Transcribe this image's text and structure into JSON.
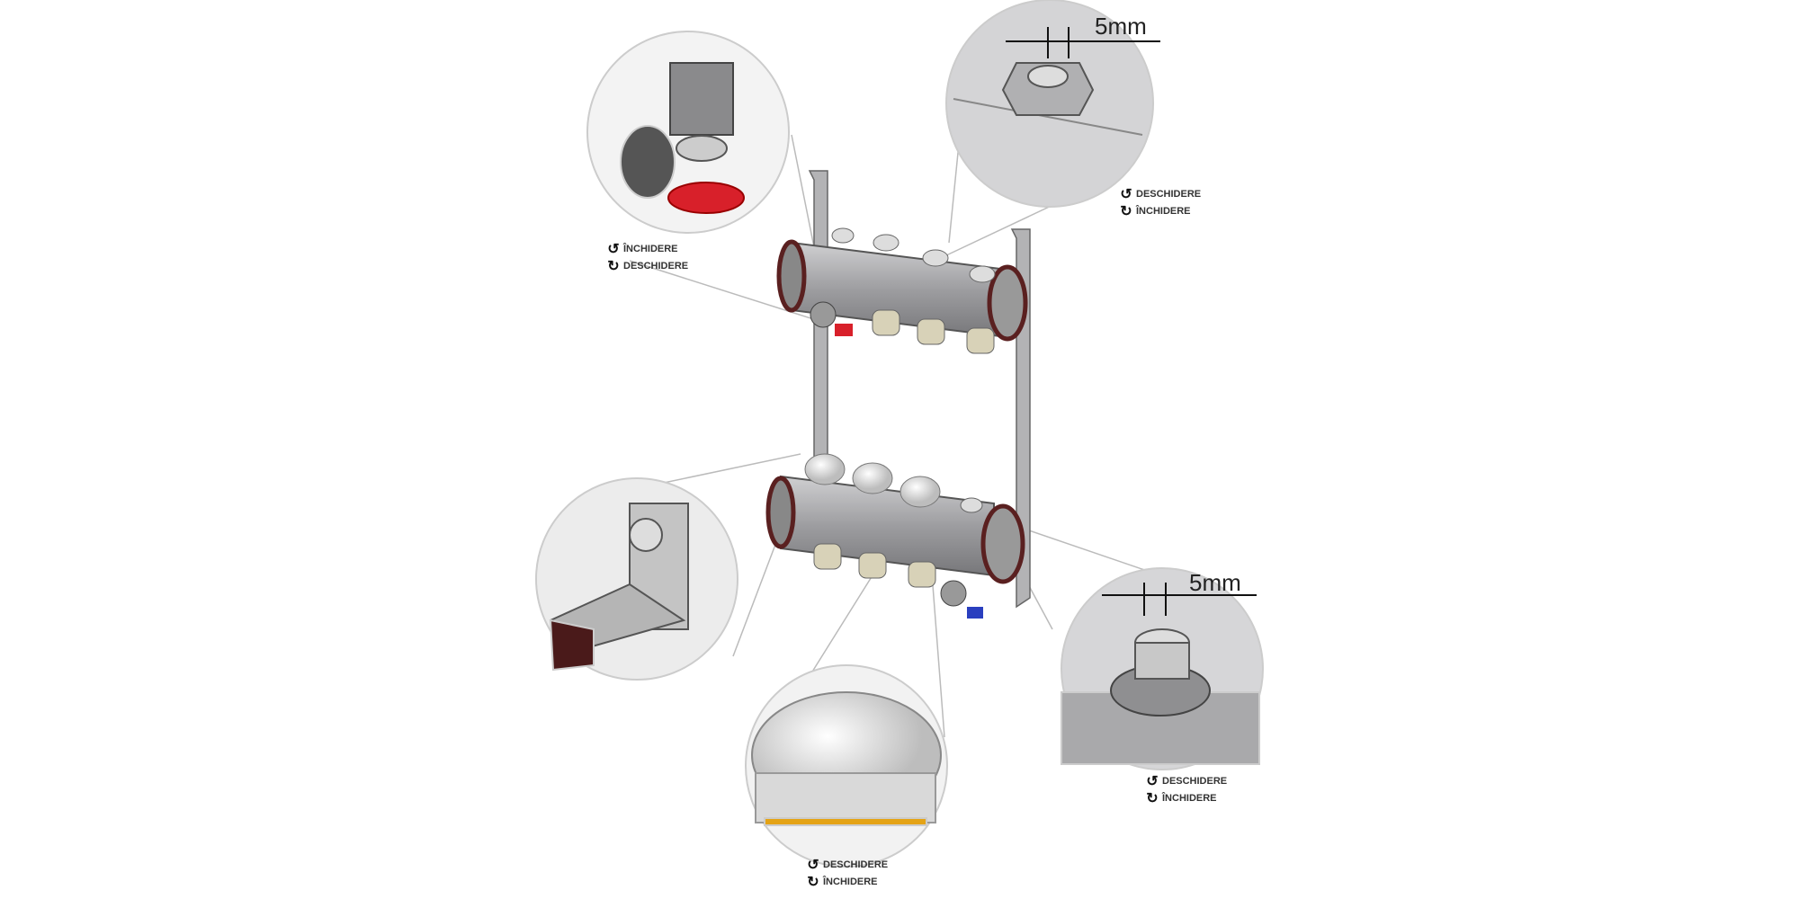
{
  "dimensions": {
    "top_right": "5mm",
    "bottom_right": "5mm"
  },
  "labels": {
    "top_left": [
      "ÎNCHIDERE",
      "DESCHIDERE"
    ],
    "top_right": [
      "DESCHIDERE",
      "ÎNCHIDERE"
    ],
    "bottom_center": [
      "DESCHIDERE",
      "ÎNCHIDERE"
    ],
    "bottom_right": [
      "DESCHIDERE",
      "ÎNCHIDERE"
    ]
  },
  "icons": {
    "ccw": "rotate-counterclockwise-icon",
    "cw": "rotate-clockwise-icon"
  },
  "colors": {
    "metal": "#a9a9ab",
    "valve_red": "#d8202a",
    "valve_blue": "#2a3fbf",
    "fitting": "#d8d2b8"
  }
}
